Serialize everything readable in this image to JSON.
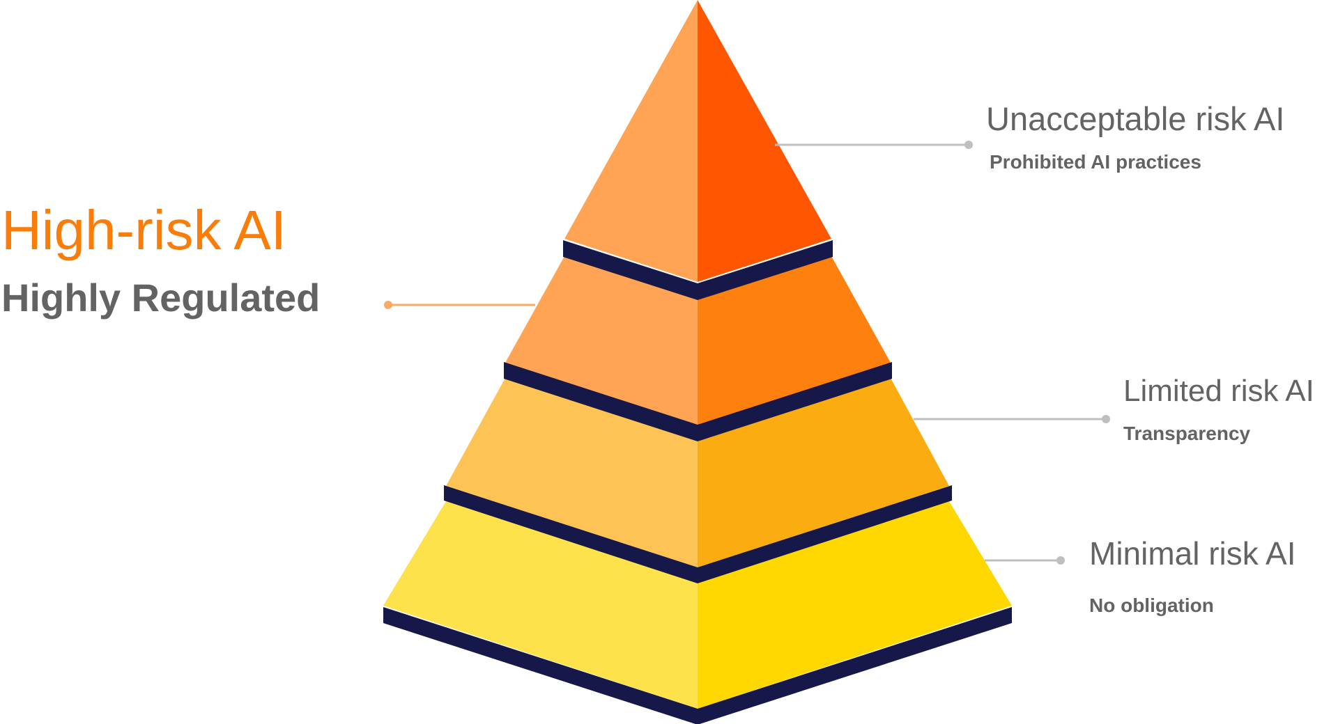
{
  "tiers": [
    {
      "title": "Unacceptable risk AI",
      "subtitle": "Prohibited AI practices",
      "colors": {
        "left": "#FEA454",
        "right": "#FF5602"
      }
    },
    {
      "title": "High-risk AI",
      "subtitle": "Highly Regulated",
      "colors": {
        "left": "#FEA454",
        "right": "#FE800F"
      },
      "title_color": "#FA7D09",
      "connector_color": "#FBAA66"
    },
    {
      "title": "Limited risk AI",
      "subtitle": "Transparency",
      "colors": {
        "left": "#FDC355",
        "right": "#FBAC11"
      }
    },
    {
      "title": "Minimal risk AI",
      "subtitle": "No obligation",
      "colors": {
        "left": "#FDE24C",
        "right": "#FED800"
      }
    }
  ],
  "palette": {
    "divider": "#151848",
    "label_text": "#636363",
    "connector": "#BFBFBF"
  }
}
